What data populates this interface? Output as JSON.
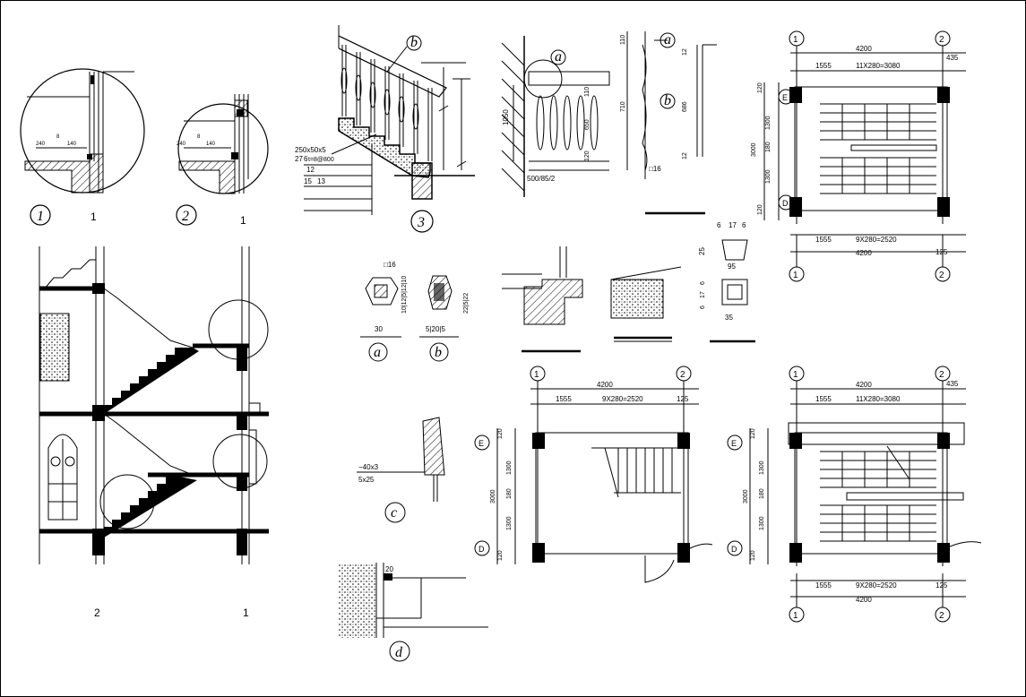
{
  "detail_labels": {
    "d1": "1",
    "d2": "2",
    "d3": "3",
    "da": "a",
    "db": "b",
    "dc": "c",
    "dd": "d"
  },
  "grid_marks": {
    "one": "1",
    "two": "2",
    "e": "E",
    "d": "D"
  },
  "circle1": {
    "dim_a": "8",
    "dim_b": "240",
    "dim_c": "140",
    "mark": "1"
  },
  "circle2": {
    "dim_a": "8",
    "dim_b": "240",
    "dim_c": "140",
    "mark": "1"
  },
  "detail3": {
    "tag_b": "b",
    "steel": "250x50x5",
    "steel2": "t=8@800",
    "n27": "27",
    "n6": "6",
    "n12": "12",
    "n15": "15",
    "n13": "13"
  },
  "railing_elev": {
    "tag_a": "a",
    "h1050": "1050",
    "bottom": "500/85/2"
  },
  "baluster": {
    "tag_a": "a",
    "tag_b": "b",
    "d110": "110",
    "d710": "710",
    "d120": "120",
    "d650": "650",
    "d110b": "110",
    "sq16": "□16",
    "d12": "12",
    "d686": "686",
    "d12b": "12"
  },
  "section_a_b": {
    "sq16": "□16",
    "w30": "30",
    "dims_a": "10|12|5|12|10",
    "dims_b": "22|5|22",
    "b_bot": "5|20|5"
  },
  "cap": {
    "w6a": "6",
    "w17": "17",
    "w6b": "6",
    "h25": "25",
    "w95": "95",
    "h6": "6",
    "h17": "17",
    "h6b": "6",
    "w35": "35"
  },
  "detail_c": {
    "t1": "−40x3",
    "t2": "5x25"
  },
  "detail_d": {
    "t1": "20"
  },
  "plan_top": {
    "total": "4200",
    "left": "1555",
    "steps": "11X280=3080",
    "right": "435",
    "v120a": "120",
    "v1300a": "1300",
    "v180": "180",
    "v3000": "3000",
    "v1300b": "1300",
    "v120b": "120",
    "bot_left": "1555",
    "bot_steps": "9X280=2520",
    "bot_right": "125",
    "bot_total": "4200"
  },
  "plan_mid": {
    "total": "4200",
    "left": "1555",
    "steps": "9X280=2520",
    "right": "125",
    "v120a": "120",
    "v1300a": "1300",
    "v180": "180",
    "v3000": "3000",
    "v1300b": "1300",
    "v120b": "120"
  },
  "plan_right": {
    "total": "4200",
    "left": "1555",
    "steps": "11X280=3080",
    "right": "435",
    "v120a": "120",
    "v1300a": "1300",
    "v180": "180",
    "v3000": "3000",
    "v1300b": "1300",
    "v120b": "120",
    "bot_left": "1555",
    "bot_steps": "9X280=2520",
    "bot_right": "125",
    "bot_total": "4200"
  },
  "section_axes": {
    "a2": "2",
    "a1": "1"
  }
}
